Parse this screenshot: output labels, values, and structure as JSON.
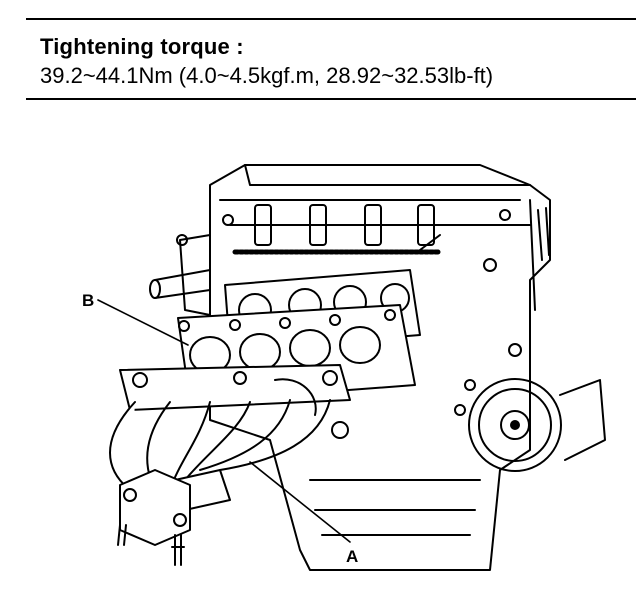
{
  "spec": {
    "title": "Tightening torque :",
    "value": "39.2~44.1Nm (4.0~4.5kgf.m, 28.92~32.53lb-ft)"
  },
  "diagram": {
    "callouts": {
      "a": "A",
      "b": "B"
    },
    "colors": {
      "line": "#000000",
      "background": "#ffffff"
    }
  }
}
